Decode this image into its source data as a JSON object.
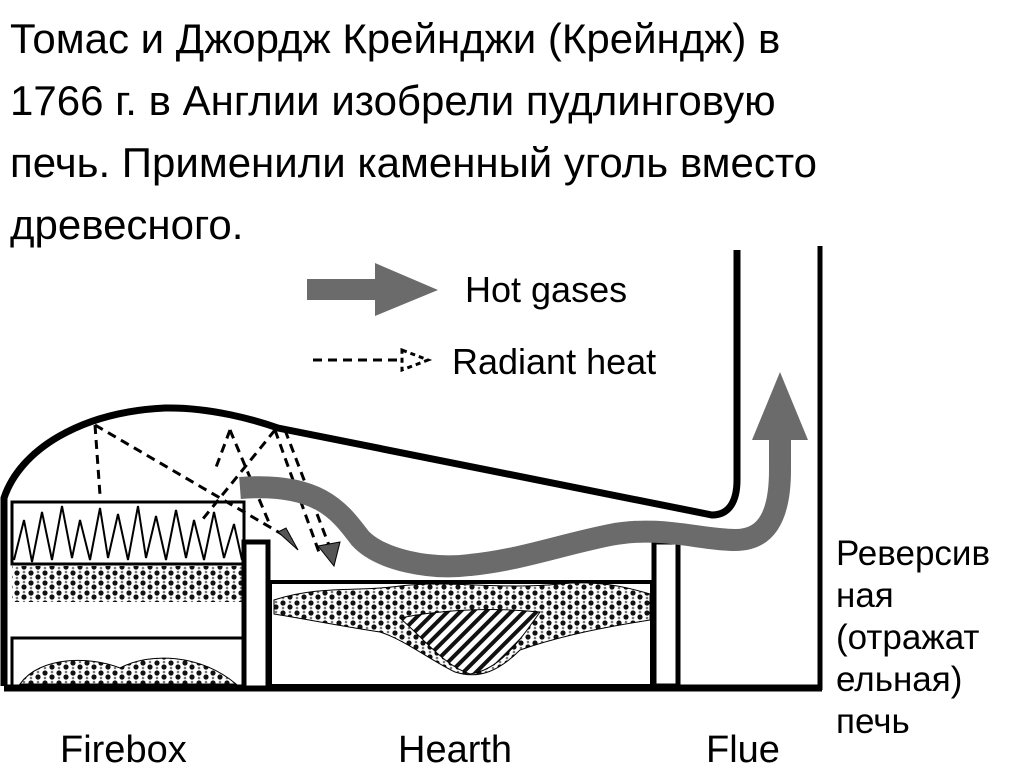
{
  "heading": {
    "lines": [
      "Томас и Джордж Крейнджи (Крейндж) в",
      "1766 г. в Англии изобрели пудлинговую",
      "печь. Применили каменный уголь вместо",
      "древесного."
    ]
  },
  "diagram": {
    "legend": {
      "hot_gases": "Hot gases",
      "radiant_heat": "Radiant heat"
    },
    "labels": {
      "firebox": "Firebox",
      "hearth": "Hearth",
      "flue": "Flue"
    }
  },
  "side_note": {
    "lines": [
      "Реверсив",
      "ная",
      "(отражат",
      "ельная)",
      "печь"
    ]
  }
}
